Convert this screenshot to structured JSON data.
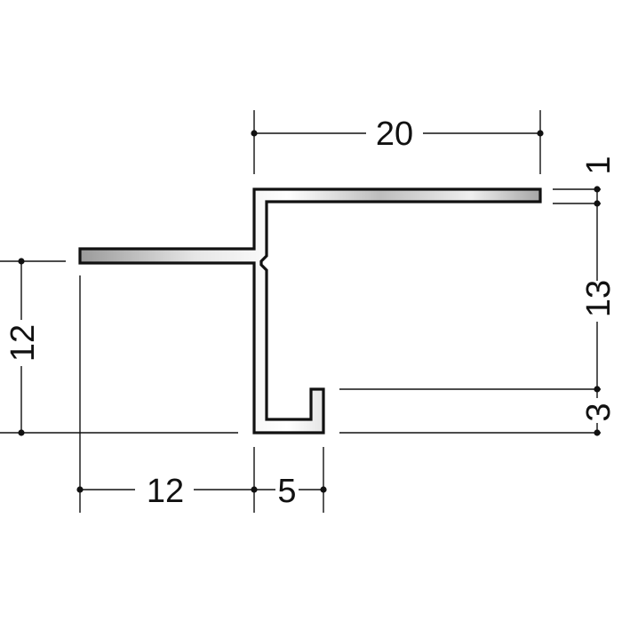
{
  "diagram": {
    "colors": {
      "outline": "#111111",
      "metal_light": "#f4f4f4",
      "metal_mid": "#c9c9c9",
      "metal_dark": "#8e8e8e",
      "background": "#ffffff"
    },
    "dimensions": {
      "top_width": "20",
      "top_flange_thickness": "1",
      "right_height": "13",
      "right_lip": "3",
      "left_height": "12",
      "bottom_left": "12",
      "bottom_right": "5"
    }
  }
}
